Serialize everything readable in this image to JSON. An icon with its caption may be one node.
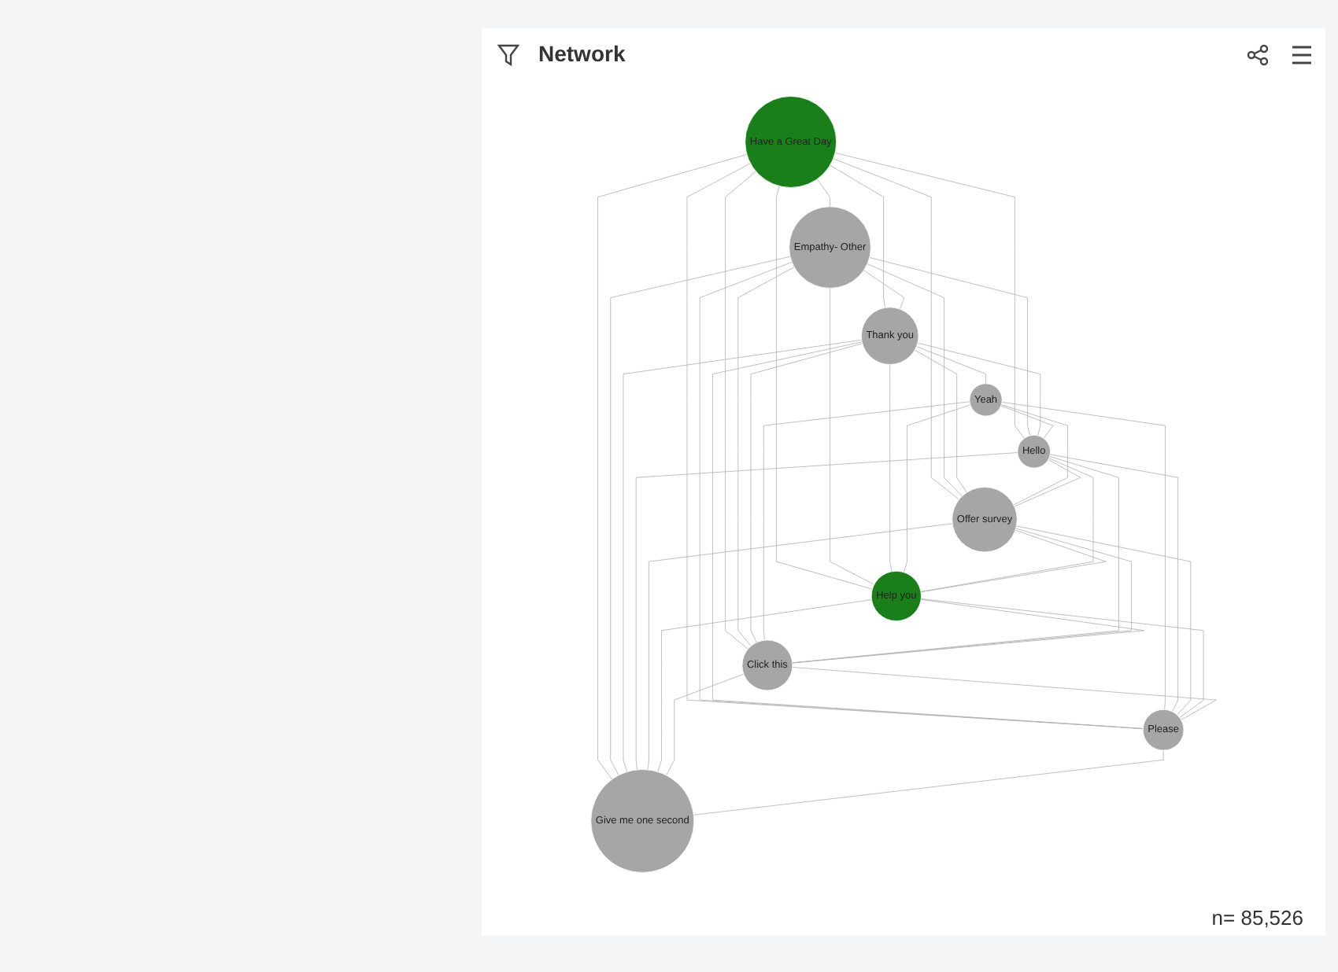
{
  "diagram": {
    "title": "Network",
    "nodes": [
      {
        "text": [
          "Have a Great Day"
        ]
      },
      {
        "text": [
          "Empathy- Other"
        ]
      },
      {
        "text": [
          "Thank you"
        ]
      },
      {
        "text": [
          "Yeah"
        ]
      },
      {
        "text": [
          "Hello"
        ]
      },
      {
        "text": [
          "Offer survey"
        ]
      },
      {
        "text": [
          "Help you"
        ]
      },
      {
        "text": [
          "Click this"
        ]
      },
      {
        "text": [
          "Please"
        ]
      },
      {
        "text": [
          "Give me one second"
        ]
      }
    ],
    "edges": [
      {
        "from": 0,
        "to": 1,
        "arrow": "none"
      },
      {
        "from": 0,
        "to": 2,
        "arrow": "none"
      },
      {
        "from": 0,
        "to": 4,
        "arrow": "none"
      },
      {
        "from": 0,
        "to": 5,
        "arrow": "none"
      },
      {
        "from": 0,
        "to": 6,
        "arrow": "none"
      },
      {
        "from": 0,
        "to": 7,
        "arrow": "none"
      },
      {
        "from": 0,
        "to": 8,
        "arrow": "none"
      },
      {
        "from": 0,
        "to": 9,
        "arrow": "none"
      },
      {
        "from": 1,
        "to": 2,
        "arrow": "none"
      },
      {
        "from": 1,
        "to": 4,
        "arrow": "none"
      },
      {
        "from": 1,
        "to": 5,
        "arrow": "none"
      },
      {
        "from": 1,
        "to": 6,
        "arrow": "none"
      },
      {
        "from": 1,
        "to": 7,
        "arrow": "none"
      },
      {
        "from": 1,
        "to": 8,
        "arrow": "none"
      },
      {
        "from": 1,
        "to": 9,
        "arrow": "none"
      },
      {
        "from": 2,
        "to": 3,
        "arrow": "none"
      },
      {
        "from": 2,
        "to": 4,
        "arrow": "none"
      },
      {
        "from": 2,
        "to": 5,
        "arrow": "none"
      },
      {
        "from": 2,
        "to": 6,
        "arrow": "none"
      },
      {
        "from": 2,
        "to": 7,
        "arrow": "none"
      },
      {
        "from": 2,
        "to": 8,
        "arrow": "none"
      },
      {
        "from": 2,
        "to": 9,
        "arrow": "none"
      },
      {
        "from": 3,
        "to": 4,
        "arrow": "none"
      },
      {
        "from": 3,
        "to": 5,
        "arrow": "none"
      },
      {
        "from": 3,
        "to": 6,
        "arrow": "none"
      },
      {
        "from": 3,
        "to": 7,
        "arrow": "none"
      },
      {
        "from": 3,
        "to": 8,
        "arrow": "none"
      },
      {
        "from": 4,
        "to": 5,
        "arrow": "none"
      },
      {
        "from": 4,
        "to": 6,
        "arrow": "none"
      },
      {
        "from": 4,
        "to": 7,
        "arrow": "none"
      },
      {
        "from": 4,
        "to": 8,
        "arrow": "none"
      },
      {
        "from": 4,
        "to": 9,
        "arrow": "none"
      },
      {
        "from": 5,
        "to": 6,
        "arrow": "none"
      },
      {
        "from": 5,
        "to": 7,
        "arrow": "none"
      },
      {
        "from": 5,
        "to": 8,
        "arrow": "none"
      },
      {
        "from": 5,
        "to": 9,
        "arrow": "none"
      },
      {
        "from": 6,
        "to": 7,
        "arrow": "none"
      },
      {
        "from": 6,
        "to": 8,
        "arrow": "none"
      },
      {
        "from": 6,
        "to": 9,
        "arrow": "none"
      },
      {
        "from": 7,
        "to": 8,
        "arrow": "none"
      },
      {
        "from": 7,
        "to": 9,
        "arrow": "none"
      },
      {
        "from": 8,
        "to": 9,
        "arrow": "none"
      }
    ],
    "labels": [
      "n= 85,526"
    ]
  }
}
